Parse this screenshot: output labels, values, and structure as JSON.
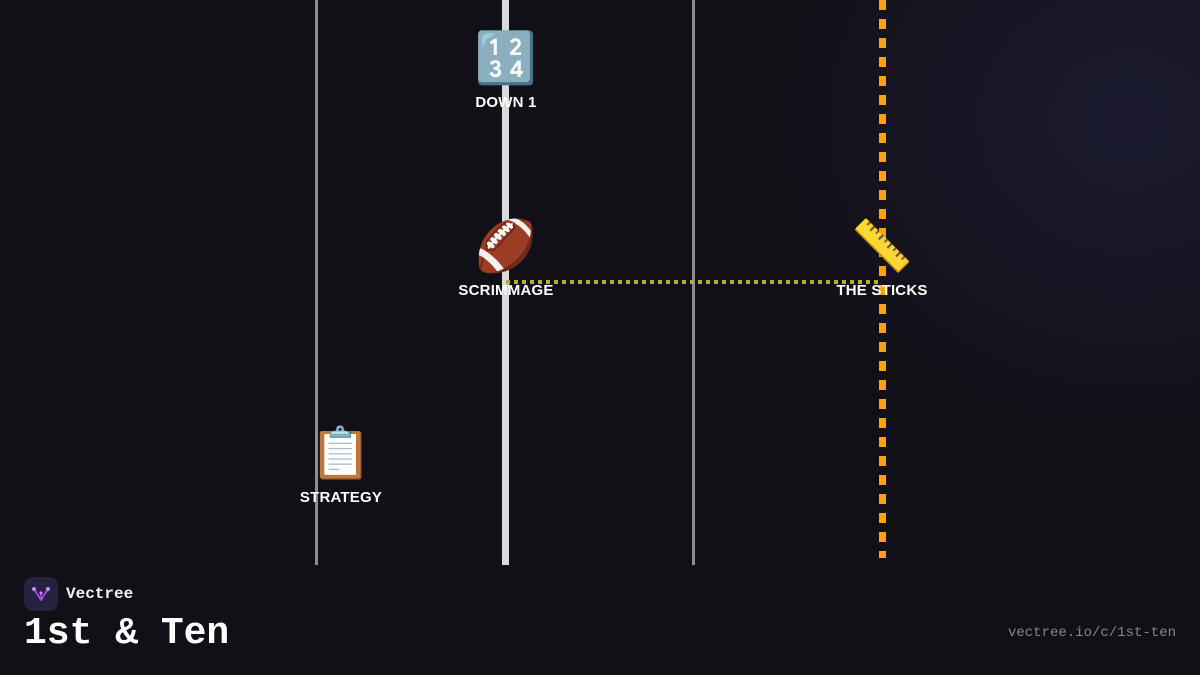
{
  "diagram": {
    "nodes": [
      {
        "id": "down",
        "icon": "🔢",
        "icon_name": "numbers-icon",
        "label": "DOWN 1"
      },
      {
        "id": "scrimmage",
        "icon": "🏈",
        "icon_name": "football-icon",
        "label": "SCRIMMAGE"
      },
      {
        "id": "sticks",
        "icon": "📏",
        "icon_name": "ruler-icon",
        "label": "THE STICKS"
      },
      {
        "id": "strategy",
        "icon": "📋",
        "icon_name": "clipboard-icon",
        "label": "STRATEGY"
      }
    ],
    "colors": {
      "background": "#111016",
      "sideline": "#8c8c92",
      "line_of_scrimmage": "#d9d9dc",
      "first_down_marker": "#ffa10a",
      "connector": "#b5b020",
      "logo_bg": "#25213f",
      "logo_accent": "#a64ee8"
    }
  },
  "footer": {
    "brand_name": "Vectree",
    "brand_logo_icon": "vectree-logo-icon",
    "title": "1st & Ten",
    "url": "vectree.io/c/1st-ten"
  }
}
